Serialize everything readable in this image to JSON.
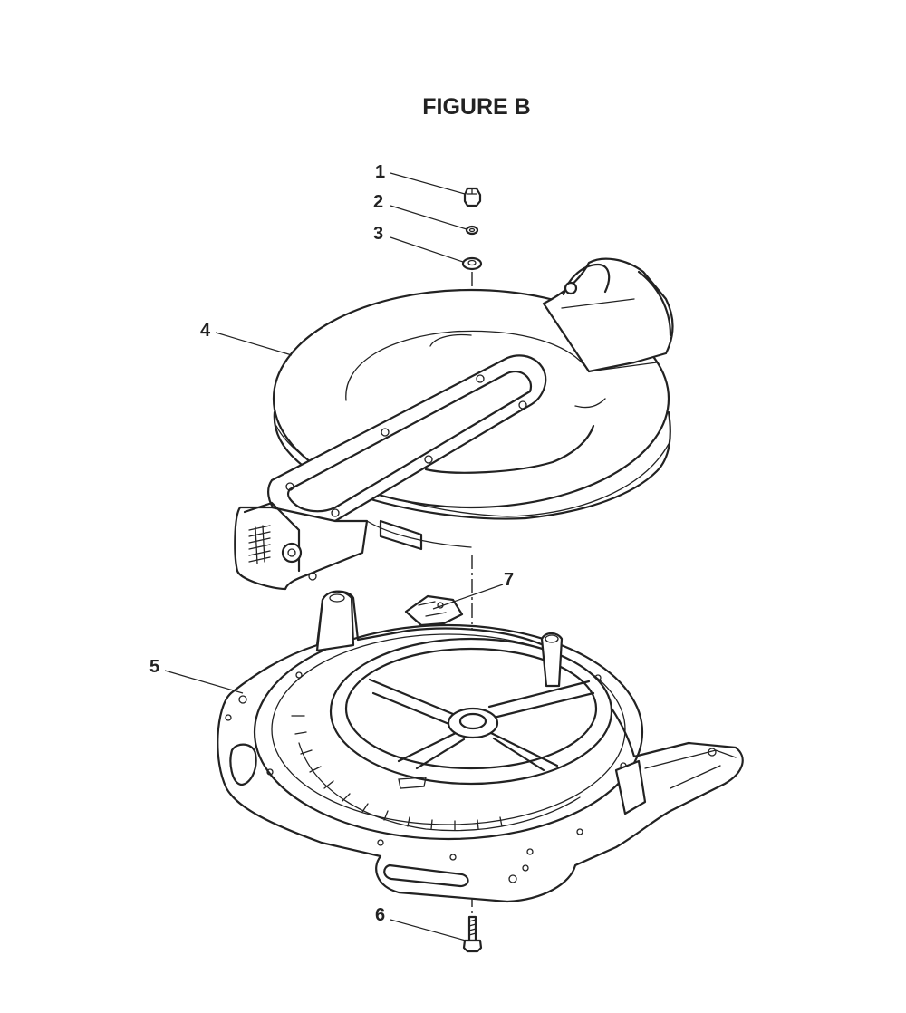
{
  "figure": {
    "title": "FIGURE B",
    "callouts": [
      "1",
      "2",
      "3",
      "4",
      "5",
      "6",
      "7"
    ]
  }
}
